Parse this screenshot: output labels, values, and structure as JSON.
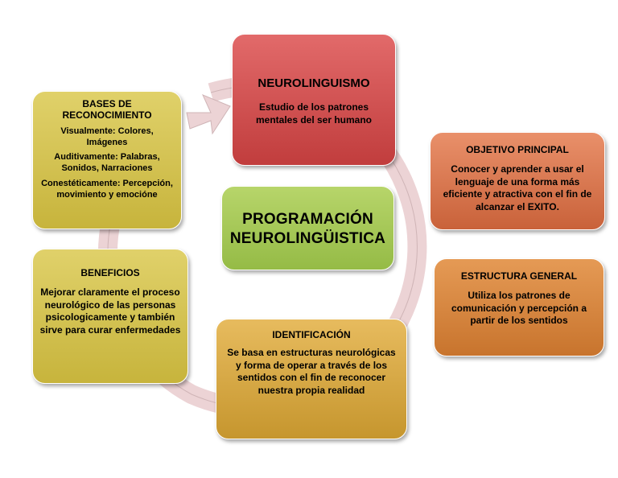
{
  "center": {
    "line1": "PROGRAMACIÓN",
    "line2": "NEUROLINGÜISTICA"
  },
  "neuro": {
    "title": "NEUROLINGUISMO",
    "text": "Estudio  de los patrones mentales del ser humano"
  },
  "objetivo": {
    "title": "OBJETIVO PRINCIPAL",
    "text": "Conocer  y aprender  a usar el lenguaje de una forma más eficiente y atractiva con el fin de alcanzar  el EXITO."
  },
  "estructura": {
    "title": "ESTRUCTURA GENERAL",
    "text": "Utiliza los patrones de comunicación y percepción a partir de los sentidos"
  },
  "identificacion": {
    "title": "IDENTIFICACIÓN",
    "text": "Se basa  en estructuras neurológicas  y forma de operar a través de los sentidos con el fin de reconocer nuestra propia realidad"
  },
  "beneficios": {
    "title": "BENEFICIOS",
    "text": "Mejorar claramente el proceso neurológico de las personas psicologicamente  y también sirve para curar enfermedades"
  },
  "bases": {
    "title": "BASES DE RECONOCIMIENTO",
    "visual": "Visualmente: Colores, Imágenes",
    "auditivo": "Auditivamente: Palabras, Sonidos, Narraciones",
    "conest": "Conestéticamente: Percepción, movimiento y emocióne"
  },
  "colors": {
    "ring": "#ecd3d5",
    "ring_edge": "#cfb4b6",
    "red": "#cf4b4b",
    "orange": "#d56d44",
    "brown": "#d38034",
    "gold": "#d5a43a",
    "olive": "#d6c247",
    "green": "#a6c855"
  }
}
